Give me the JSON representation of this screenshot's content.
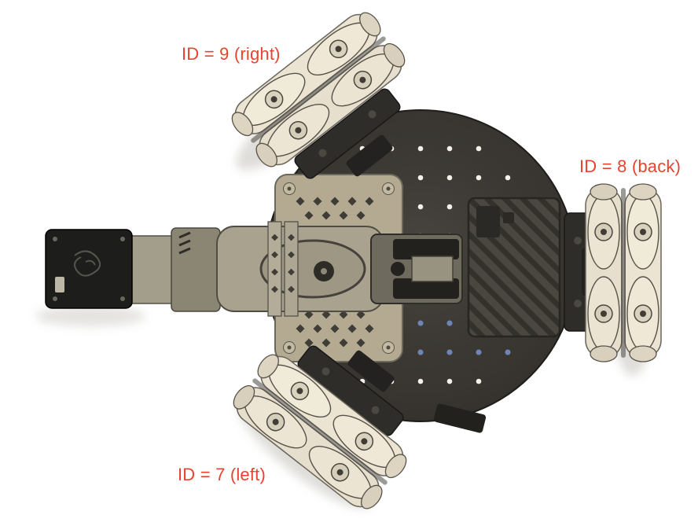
{
  "labels": {
    "id9": "ID = 9 (right)",
    "id8": "ID = 8 (back)",
    "id7": "ID = 7 (left)"
  },
  "colors": {
    "label_red": "#e8432f",
    "chassis_dark": "#3b3833",
    "wheel_ivory": "#ebe4d3",
    "plate_tan": "#b4aa92",
    "ribbed_box": "#4a4741",
    "blue_dot": "#6d84b4",
    "background": "#ffffff"
  }
}
